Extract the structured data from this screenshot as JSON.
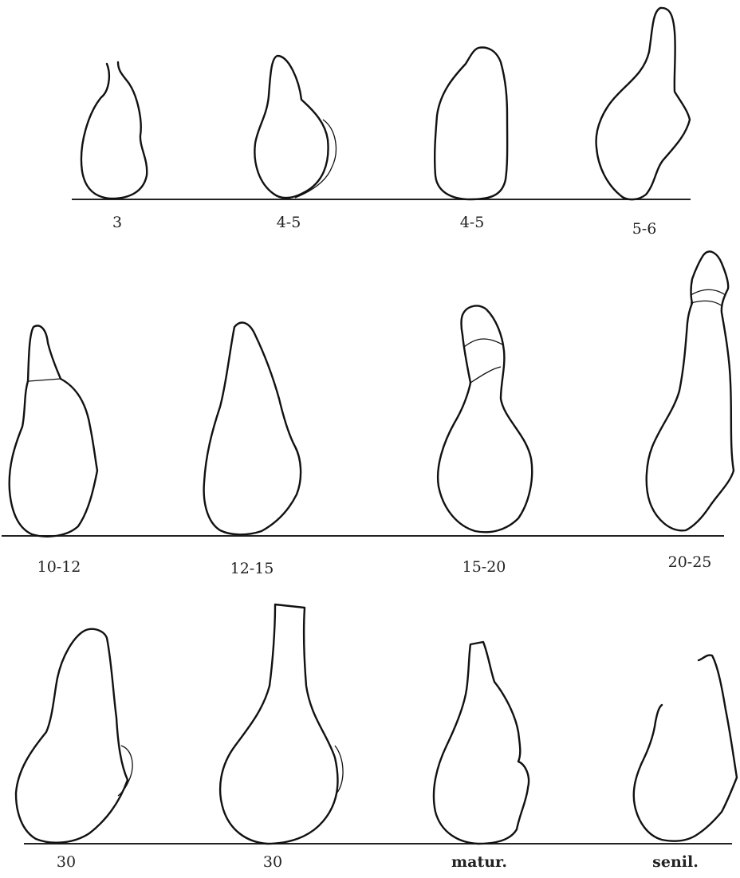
{
  "rows": [
    {
      "labels": [
        "3",
        "4-5",
        "4-5",
        "5-6"
      ]
    },
    {
      "labels": [
        "10-12",
        "12-15",
        "15-20",
        "20-25"
      ]
    },
    {
      "labels": [
        "30",
        "30",
        "matur.",
        "senil."
      ]
    }
  ]
}
